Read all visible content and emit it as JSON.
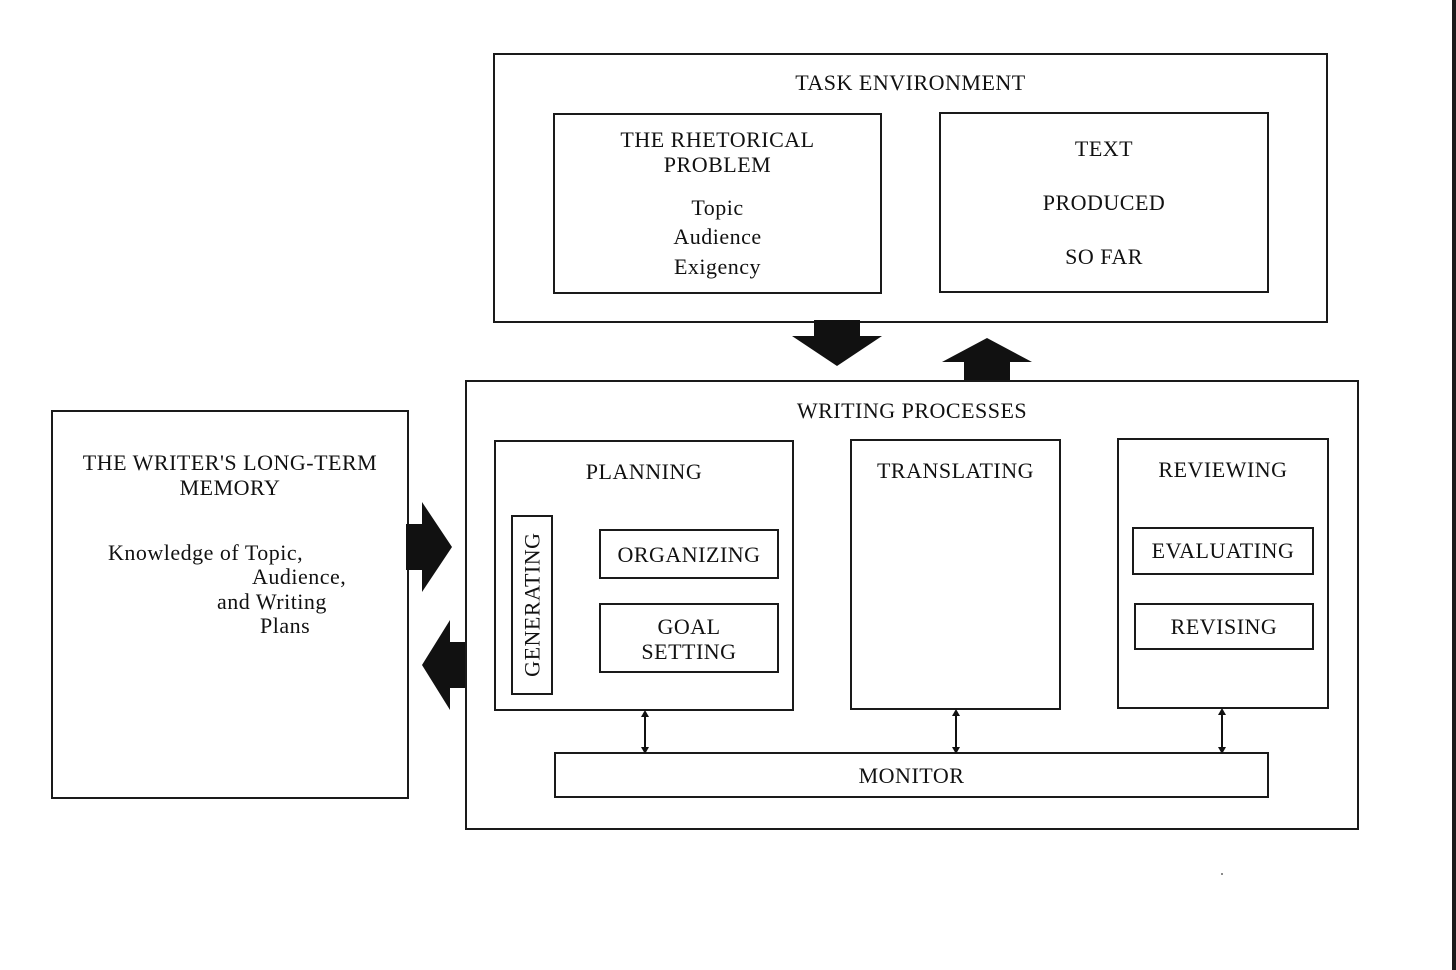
{
  "task_environment": {
    "title": "TASK ENVIRONMENT",
    "rhetorical_problem": {
      "title_line1": "THE RHETORICAL",
      "title_line2": "PROBLEM",
      "items": [
        "Topic",
        "Audience",
        "Exigency"
      ]
    },
    "text_produced": {
      "line1": "TEXT",
      "line2": "PRODUCED",
      "line3": "SO FAR"
    }
  },
  "long_term_memory": {
    "title_line1": "THE WRITER'S LONG-TERM",
    "title_line2": "MEMORY",
    "body": [
      "Knowledge of Topic,",
      "Audience,",
      "and Writing",
      "Plans"
    ]
  },
  "writing_processes": {
    "title": "WRITING PROCESSES",
    "planning": {
      "title": "PLANNING",
      "generating": "GENERATING",
      "organizing": "ORGANIZING",
      "goal_setting_line1": "GOAL",
      "goal_setting_line2": "SETTING"
    },
    "translating": {
      "title": "TRANSLATING"
    },
    "reviewing": {
      "title": "REVIEWING",
      "evaluating": "EVALUATING",
      "revising": "REVISING"
    },
    "monitor": "MONITOR"
  },
  "colors": {
    "ink": "#1a1a1a",
    "background": "#ffffff"
  }
}
